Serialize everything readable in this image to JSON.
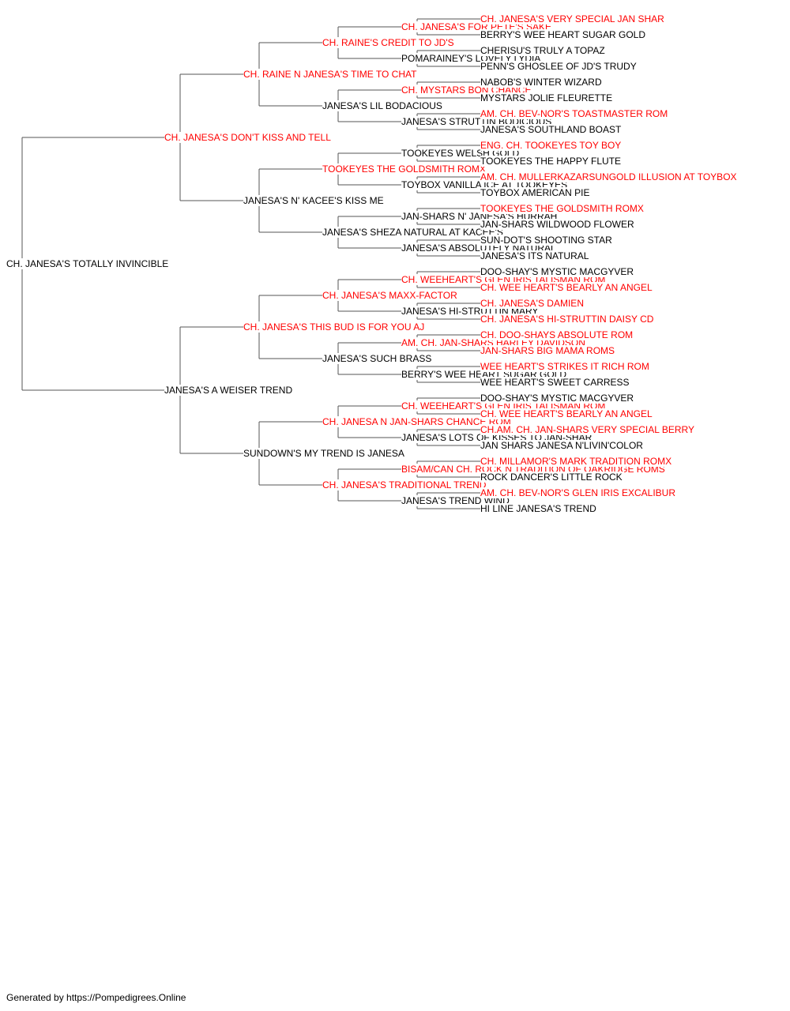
{
  "pedigree": {
    "name": "CH. JANESA'S TOTALLY INVINCIBLE",
    "champion": false,
    "sire": {
      "name": "CH. JANESA'S DON'T KISS AND TELL",
      "champion": true,
      "sire": {
        "name": "CH. RAINE N JANESA'S TIME TO CHAT",
        "champion": true,
        "sire": {
          "name": "CH. RAINE'S CREDIT TO JD'S",
          "champion": true,
          "sire": {
            "name": "CH. JANESA'S FOR PETE'S SAKE",
            "champion": true,
            "sire": {
              "name": "CH. JANESA'S VERY SPECIAL JAN SHAR",
              "champion": true
            },
            "dam": {
              "name": "BERRY'S WEE HEART SUGAR GOLD",
              "champion": false
            }
          },
          "dam": {
            "name": "POMARAINEY'S LOVELY LYDIA",
            "champion": false,
            "sire": {
              "name": "CHERISU'S TRULY A TOPAZ",
              "champion": false
            },
            "dam": {
              "name": "PENN'S GHOSLEE OF JD'S TRUDY",
              "champion": false
            }
          }
        },
        "dam": {
          "name": "JANESA'S LIL BODACIOUS",
          "champion": false,
          "sire": {
            "name": "CH. MYSTARS BON CHANCE",
            "champion": true,
            "sire": {
              "name": "NABOB'S WINTER WIZARD",
              "champion": false
            },
            "dam": {
              "name": "MYSTARS JOLIE FLEURETTE",
              "champion": false
            }
          },
          "dam": {
            "name": "JANESA'S STRUTTIN BODICIOUS",
            "champion": false,
            "sire": {
              "name": "AM. CH. BEV-NOR'S TOASTMASTER ROM",
              "champion": true
            },
            "dam": {
              "name": "JANESA'S SOUTHLAND BOAST",
              "champion": false
            }
          }
        }
      },
      "dam": {
        "name": "JANESA'S N' KACEE'S KISS ME",
        "champion": false,
        "sire": {
          "name": "TOOKEYES THE GOLDSMITH ROMX",
          "champion": true,
          "sire": {
            "name": "TOOKEYES WELSH GOLD",
            "champion": false,
            "sire": {
              "name": "ENG. CH. TOOKEYES TOY BOY",
              "champion": true
            },
            "dam": {
              "name": "TOOKEYES THE HAPPY FLUTE",
              "champion": false
            }
          },
          "dam": {
            "name": "TOYBOX VANILLA ICE AT TOOKEYES",
            "champion": false,
            "sire": {
              "name": "AM. CH. MULLERKAZARSUNGOLD ILLUSION AT TOYBOX",
              "champion": true
            },
            "dam": {
              "name": "TOYBOX AMERICAN PIE",
              "champion": false
            }
          }
        },
        "dam": {
          "name": "JANESA'S SHEZA NATURAL AT KACEE'S",
          "champion": false,
          "sire": {
            "name": "JAN-SHARS N' JANESA'S HURRAH",
            "champion": false,
            "sire": {
              "name": "TOOKEYES THE GOLDSMITH ROMX",
              "champion": true
            },
            "dam": {
              "name": "JAN-SHARS WILDWOOD FLOWER",
              "champion": false
            }
          },
          "dam": {
            "name": "JANESA'S ABSOLUTELY NATURAL",
            "champion": false,
            "sire": {
              "name": "SUN-DOT'S SHOOTING STAR",
              "champion": false
            },
            "dam": {
              "name": "JANESA'S ITS NATURAL",
              "champion": false
            }
          }
        }
      }
    },
    "dam": {
      "name": "JANESA'S A WEISER TREND",
      "champion": false,
      "sire": {
        "name": "CH. JANESA'S THIS BUD IS FOR YOU AJ",
        "champion": true,
        "sire": {
          "name": "CH. JANESA'S MAXX-FACTOR",
          "champion": true,
          "sire": {
            "name": "CH. WEEHEART'S GLEN IRIS TALISMAN ROM",
            "champion": true,
            "sire": {
              "name": "DOO-SHAY'S MYSTIC MACGYVER",
              "champion": false
            },
            "dam": {
              "name": "CH. WEE HEART'S BEARLY AN ANGEL",
              "champion": true
            }
          },
          "dam": {
            "name": "JANESA'S HI-STRUTTIN MARY",
            "champion": false,
            "sire": {
              "name": "CH. JANESA'S DAMIEN",
              "champion": true
            },
            "dam": {
              "name": "CH. JANESA'S HI-STRUTTIN DAISY CD",
              "champion": true
            }
          }
        },
        "dam": {
          "name": "JANESA'S SUCH BRASS",
          "champion": false,
          "sire": {
            "name": "AM. CH. JAN-SHARS HARLEY DAVIDSON",
            "champion": true,
            "sire": {
              "name": "CH. DOO-SHAYS ABSOLUTE ROM",
              "champion": true
            },
            "dam": {
              "name": "JAN-SHARS BIG MAMA ROMS",
              "champion": true
            }
          },
          "dam": {
            "name": "BERRY'S WEE HEART SUGAR GOLD",
            "champion": false,
            "sire": {
              "name": "WEE HEART'S STRIKES IT RICH ROM",
              "champion": true
            },
            "dam": {
              "name": "WEE HEART'S SWEET CARRESS",
              "champion": false
            }
          }
        }
      },
      "dam": {
        "name": "SUNDOWN'S MY TREND IS JANESA",
        "champion": false,
        "sire": {
          "name": "CH. JANESA N JAN-SHARS CHANCE ROM",
          "champion": true,
          "sire": {
            "name": "CH. WEEHEART'S GLEN IRIS TALISMAN ROM",
            "champion": true,
            "sire": {
              "name": "DOO-SHAY'S MYSTIC MACGYVER",
              "champion": false
            },
            "dam": {
              "name": "CH. WEE HEART'S BEARLY AN ANGEL",
              "champion": true
            }
          },
          "dam": {
            "name": "JANESA'S LOTS OF KISSES TO JAN-SHAR",
            "champion": false,
            "sire": {
              "name": "CH.AM. CH. JAN-SHARS VERY SPECIAL BERRY",
              "champion": true
            },
            "dam": {
              "name": "JAN SHARS JANESA N'LIVIN'COLOR",
              "champion": false
            }
          }
        },
        "dam": {
          "name": "CH. JANESA'S TRADITIONAL TREND",
          "champion": true,
          "sire": {
            "name": "BISAM/CAN CH. ROCK N TRADITION OF OAKRIDGE ROMS",
            "champion": true,
            "sire": {
              "name": "CH. MILLAMOR'S MARK TRADITION ROMX",
              "champion": true
            },
            "dam": {
              "name": "ROCK DANCER'S LITTLE ROCK",
              "champion": false
            }
          },
          "dam": {
            "name": "JANESA'S TREND WIND",
            "champion": false,
            "sire": {
              "name": "AM. CH. BEV-NOR'S GLEN IRIS EXCALIBUR",
              "champion": true
            },
            "dam": {
              "name": "HI LINE JANESA'S TREND",
              "champion": false
            }
          }
        }
      }
    }
  },
  "footer": "Generated by https://Pompedigrees.Online",
  "colors": {
    "champion": "#ff0000",
    "normal": "#000000",
    "line": "#555555"
  }
}
